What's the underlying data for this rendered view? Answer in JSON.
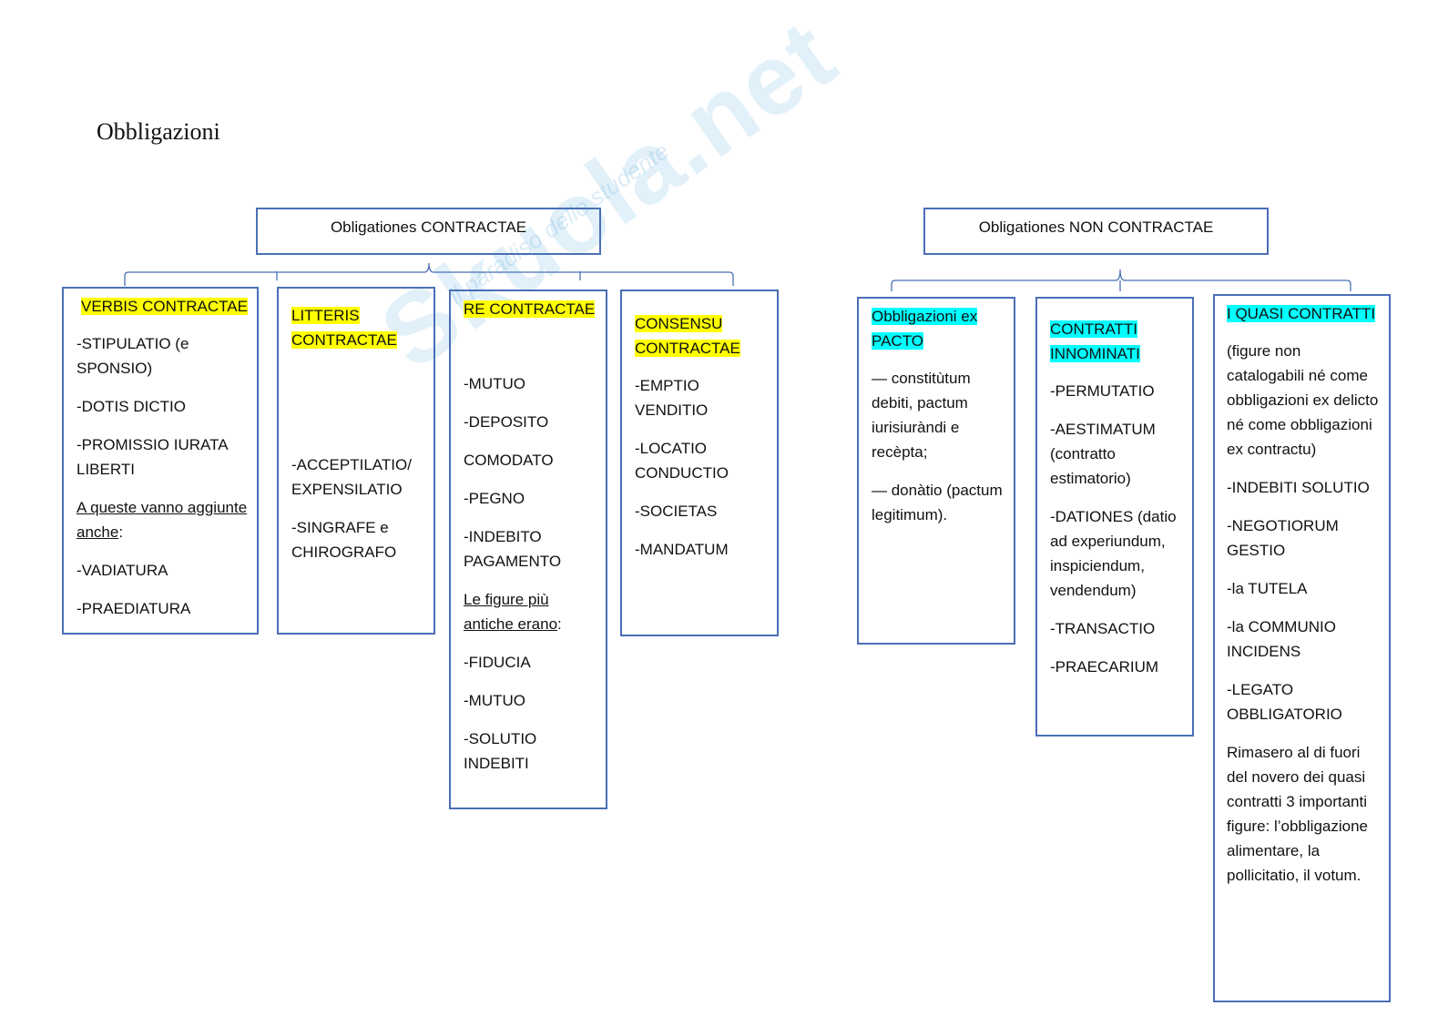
{
  "title": "Obbligazioni",
  "watermark": {
    "brand": "Skuola.net",
    "tagline": "il paradiso dello studente"
  },
  "colors": {
    "border": "#4a6fb5",
    "highlight_yellow": "#ffff00",
    "highlight_cyan": "#00ffff"
  },
  "contractae": {
    "label": "Obligationes CONTRACTAE",
    "verbis": {
      "heading": "VERBIS CONTRACTAE",
      "items": [
        "-STIPULATIO (e SPONSIO)",
        "-DOTIS DICTIO",
        "-PROMISSIO IURATA LIBERTI"
      ],
      "note": "A queste vanno aggiunte anche",
      "note_suffix": ":",
      "extra": [
        "-VADIATURA",
        "-PRAEDIATURA"
      ]
    },
    "litteris": {
      "heading_1": "LITTERIS",
      "heading_2": "CONTRACTAE",
      "items": [
        "-ACCEPTILATIO/ EXPENSILATIO",
        "-SINGRAFE e CHIROGRAFO"
      ]
    },
    "re": {
      "heading": "RE CONTRACTAE",
      "items": [
        "-MUTUO",
        "-DEPOSITO",
        "COMODATO",
        "-PEGNO",
        "-INDEBITO PAGAMENTO"
      ],
      "note": "Le figure più antiche erano",
      "note_suffix": ":",
      "extra": [
        "-FIDUCIA",
        "-MUTUO",
        "-SOLUTIO INDEBITI"
      ]
    },
    "consensu": {
      "heading_1": "CONSENSU",
      "heading_2": "CONTRACTAE",
      "items": [
        "-EMPTIO VENDITIO",
        "-LOCATIO CONDUCTIO",
        "-SOCIETAS",
        "-MANDATUM"
      ]
    }
  },
  "non_contractae": {
    "label": "Obligationes NON CONTRACTAE",
    "pacto": {
      "heading_1": "Obbligazioni ex",
      "heading_2": "PACTO",
      "items": [
        "— constitùtum debiti, pactum iurisiuràndi e recèpta;",
        "— donàtio (pactum legitimum)."
      ]
    },
    "innominati": {
      "heading_1": "CONTRATTI",
      "heading_2": "INNOMINATI",
      "items": [
        "-PERMUTATIO",
        "-AESTIMATUM (contratto estimatorio)",
        "-DATIONES (datio ad experiundum, inspiciendum, vendendum)",
        "-TRANSACTIO",
        "-PRAECARIUM"
      ]
    },
    "quasi": {
      "heading": "I QUASI CONTRATTI",
      "items": [
        "(figure non catalogabili né come obbligazioni ex delicto né come obbligazioni ex contractu)",
        "-INDEBITI SOLUTIO",
        "-NEGOTIORUM GESTIO",
        "-la TUTELA",
        "-la COMMUNIO INCIDENS",
        "-LEGATO OBBLIGATORIO",
        "Rimasero al di fuori del novero  dei quasi contratti 3 importanti figure: l’obbligazione alimentare, la pollicitatio, il votum."
      ]
    }
  }
}
